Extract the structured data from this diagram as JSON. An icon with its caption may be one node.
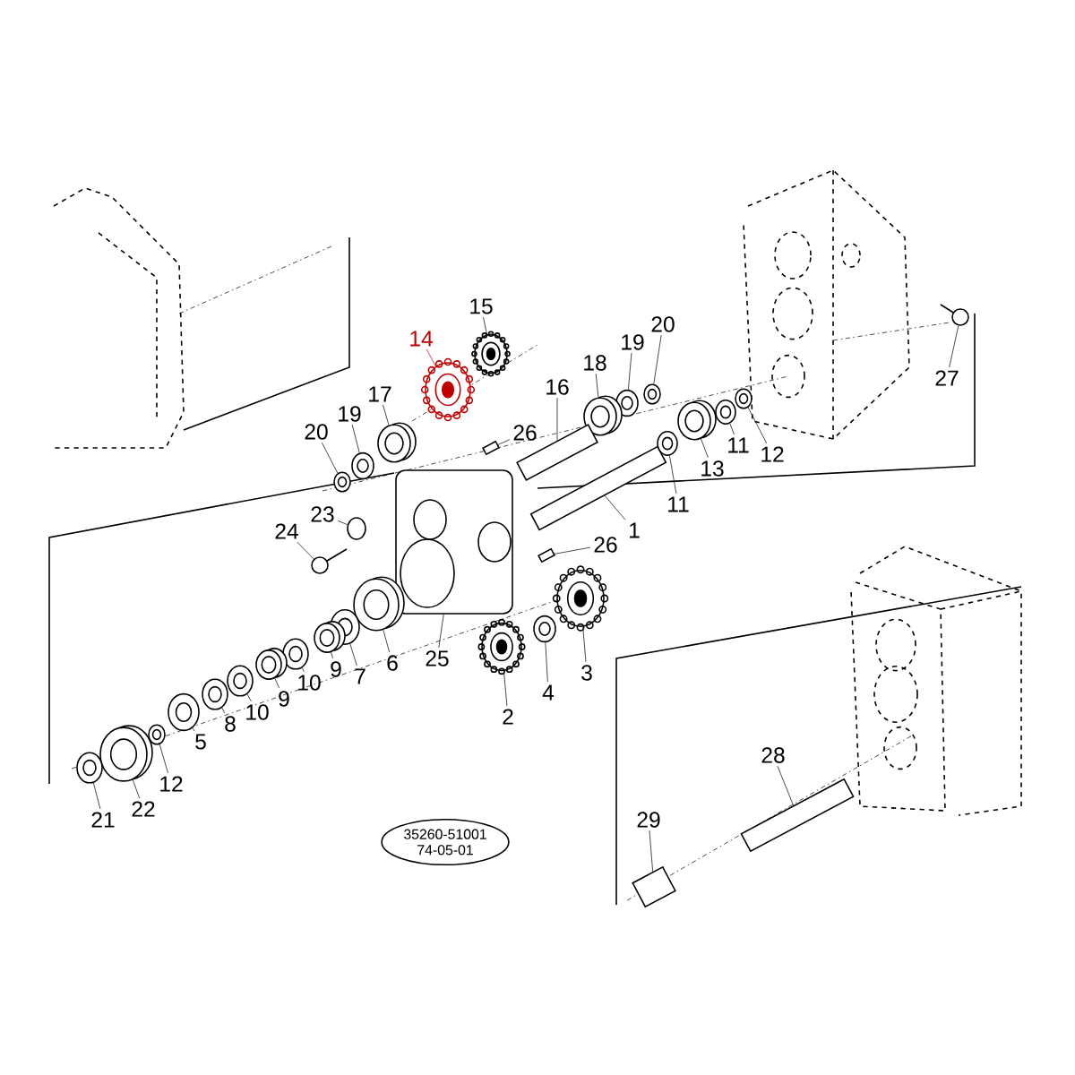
{
  "diagram": {
    "nodes": [
      {
        "text": [
          "14"
        ]
      },
      {
        "text": [
          "15"
        ]
      },
      {
        "text": [
          "20"
        ]
      },
      {
        "text": [
          "19"
        ]
      },
      {
        "text": [
          "18"
        ]
      },
      {
        "text": [
          "17"
        ]
      },
      {
        "text": [
          "16"
        ]
      },
      {
        "text": [
          "20"
        ]
      },
      {
        "text": [
          "19"
        ]
      },
      {
        "text": [
          "26"
        ]
      },
      {
        "text": [
          "27"
        ]
      },
      {
        "text": [
          "12"
        ]
      },
      {
        "text": [
          "11"
        ]
      },
      {
        "text": [
          "13"
        ]
      },
      {
        "text": [
          "11"
        ]
      },
      {
        "text": [
          "1"
        ]
      },
      {
        "text": [
          "23"
        ]
      },
      {
        "text": [
          "24"
        ]
      },
      {
        "text": [
          "26"
        ]
      },
      {
        "text": [
          "25"
        ]
      },
      {
        "text": [
          "6"
        ]
      },
      {
        "text": [
          "7"
        ]
      },
      {
        "text": [
          "2"
        ]
      },
      {
        "text": [
          "4"
        ]
      },
      {
        "text": [
          "3"
        ]
      },
      {
        "text": [
          "9"
        ]
      },
      {
        "text": [
          "10"
        ]
      },
      {
        "text": [
          "9"
        ]
      },
      {
        "text": [
          "10"
        ]
      },
      {
        "text": [
          "8"
        ]
      },
      {
        "text": [
          "5"
        ]
      },
      {
        "text": [
          "12"
        ]
      },
      {
        "text": [
          "22"
        ]
      },
      {
        "text": [
          "21"
        ]
      },
      {
        "text": [
          "28"
        ]
      },
      {
        "text": [
          "29"
        ]
      },
      {
        "text": [
          "35260-51001",
          "74-05-01"
        ]
      },
      {
        "text": [],
        "shape": "gear"
      },
      {
        "text": [],
        "shape": "gear"
      },
      {
        "text": [],
        "shape": "ring"
      },
      {
        "text": [],
        "shape": "ring"
      },
      {
        "text": [],
        "shape": "bearing"
      },
      {
        "text": [],
        "shape": "bearing"
      },
      {
        "text": [],
        "shape": "shaft"
      },
      {
        "text": [],
        "shape": "ring"
      },
      {
        "text": [],
        "shape": "ring"
      },
      {
        "text": [],
        "shape": "pin"
      },
      {
        "text": [],
        "shape": "bolt"
      },
      {
        "text": [],
        "shape": "ring"
      },
      {
        "text": [],
        "shape": "ring"
      },
      {
        "text": [],
        "shape": "bearing"
      },
      {
        "text": [],
        "shape": "ring"
      },
      {
        "text": [],
        "shape": "shaft"
      },
      {
        "text": [],
        "shape": "bracket"
      },
      {
        "text": [],
        "shape": "bolt"
      },
      {
        "text": [],
        "shape": "pin"
      },
      {
        "text": [],
        "shape": "housing"
      },
      {
        "text": [],
        "shape": "bearing"
      },
      {
        "text": [],
        "shape": "ring"
      },
      {
        "text": [],
        "shape": "gear"
      },
      {
        "text": [],
        "shape": "ring"
      },
      {
        "text": [],
        "shape": "gear"
      },
      {
        "text": [],
        "shape": "bearing"
      },
      {
        "text": [],
        "shape": "ring"
      },
      {
        "text": [],
        "shape": "bearing"
      },
      {
        "text": [],
        "shape": "ring"
      },
      {
        "text": [],
        "shape": "ring"
      },
      {
        "text": [],
        "shape": "ring"
      },
      {
        "text": [],
        "shape": "ring"
      },
      {
        "text": [],
        "shape": "bearing"
      },
      {
        "text": [],
        "shape": "ring"
      },
      {
        "text": [],
        "shape": "shaft"
      },
      {
        "text": [],
        "shape": "bushing"
      }
    ],
    "edges": [
      {
        "from": 0,
        "to": 37,
        "arrow": "none",
        "color": "#bf0000"
      },
      {
        "from": 1,
        "to": 38,
        "arrow": "none"
      },
      {
        "from": 2,
        "to": 39,
        "arrow": "none"
      },
      {
        "from": 3,
        "to": 40,
        "arrow": "none"
      },
      {
        "from": 4,
        "to": 41,
        "arrow": "none"
      },
      {
        "from": 5,
        "to": 42,
        "arrow": "none"
      },
      {
        "from": 6,
        "to": 43,
        "arrow": "none"
      },
      {
        "from": 7,
        "to": 44,
        "arrow": "none"
      },
      {
        "from": 8,
        "to": 45,
        "arrow": "none"
      },
      {
        "from": 9,
        "to": 46,
        "arrow": "none"
      },
      {
        "from": 10,
        "to": 47,
        "arrow": "none"
      },
      {
        "from": 11,
        "to": 48,
        "arrow": "none"
      },
      {
        "from": 12,
        "to": 49,
        "arrow": "none"
      },
      {
        "from": 13,
        "to": 50,
        "arrow": "none"
      },
      {
        "from": 14,
        "to": 51,
        "arrow": "none"
      },
      {
        "from": 15,
        "to": 52,
        "arrow": "none"
      },
      {
        "from": 16,
        "to": 53,
        "arrow": "none"
      },
      {
        "from": 17,
        "to": 54,
        "arrow": "none"
      },
      {
        "from": 18,
        "to": 55,
        "arrow": "none"
      },
      {
        "from": 19,
        "to": 56,
        "arrow": "none"
      },
      {
        "from": 20,
        "to": 57,
        "arrow": "none"
      },
      {
        "from": 21,
        "to": 58,
        "arrow": "none"
      },
      {
        "from": 22,
        "to": 59,
        "arrow": "none"
      },
      {
        "from": 23,
        "to": 60,
        "arrow": "none"
      },
      {
        "from": 24,
        "to": 61,
        "arrow": "none"
      },
      {
        "from": 25,
        "to": 62,
        "arrow": "none"
      },
      {
        "from": 26,
        "to": 63,
        "arrow": "none"
      },
      {
        "from": 27,
        "to": 64,
        "arrow": "none"
      },
      {
        "from": 28,
        "to": 65,
        "arrow": "none"
      },
      {
        "from": 29,
        "to": 66,
        "arrow": "none"
      },
      {
        "from": 30,
        "to": 67,
        "arrow": "none"
      },
      {
        "from": 31,
        "to": 68,
        "arrow": "none"
      },
      {
        "from": 32,
        "to": 69,
        "arrow": "none"
      },
      {
        "from": 33,
        "to": 70,
        "arrow": "none"
      },
      {
        "from": 34,
        "to": 71,
        "arrow": "none"
      },
      {
        "from": 35,
        "to": 72,
        "arrow": "none"
      }
    ]
  }
}
